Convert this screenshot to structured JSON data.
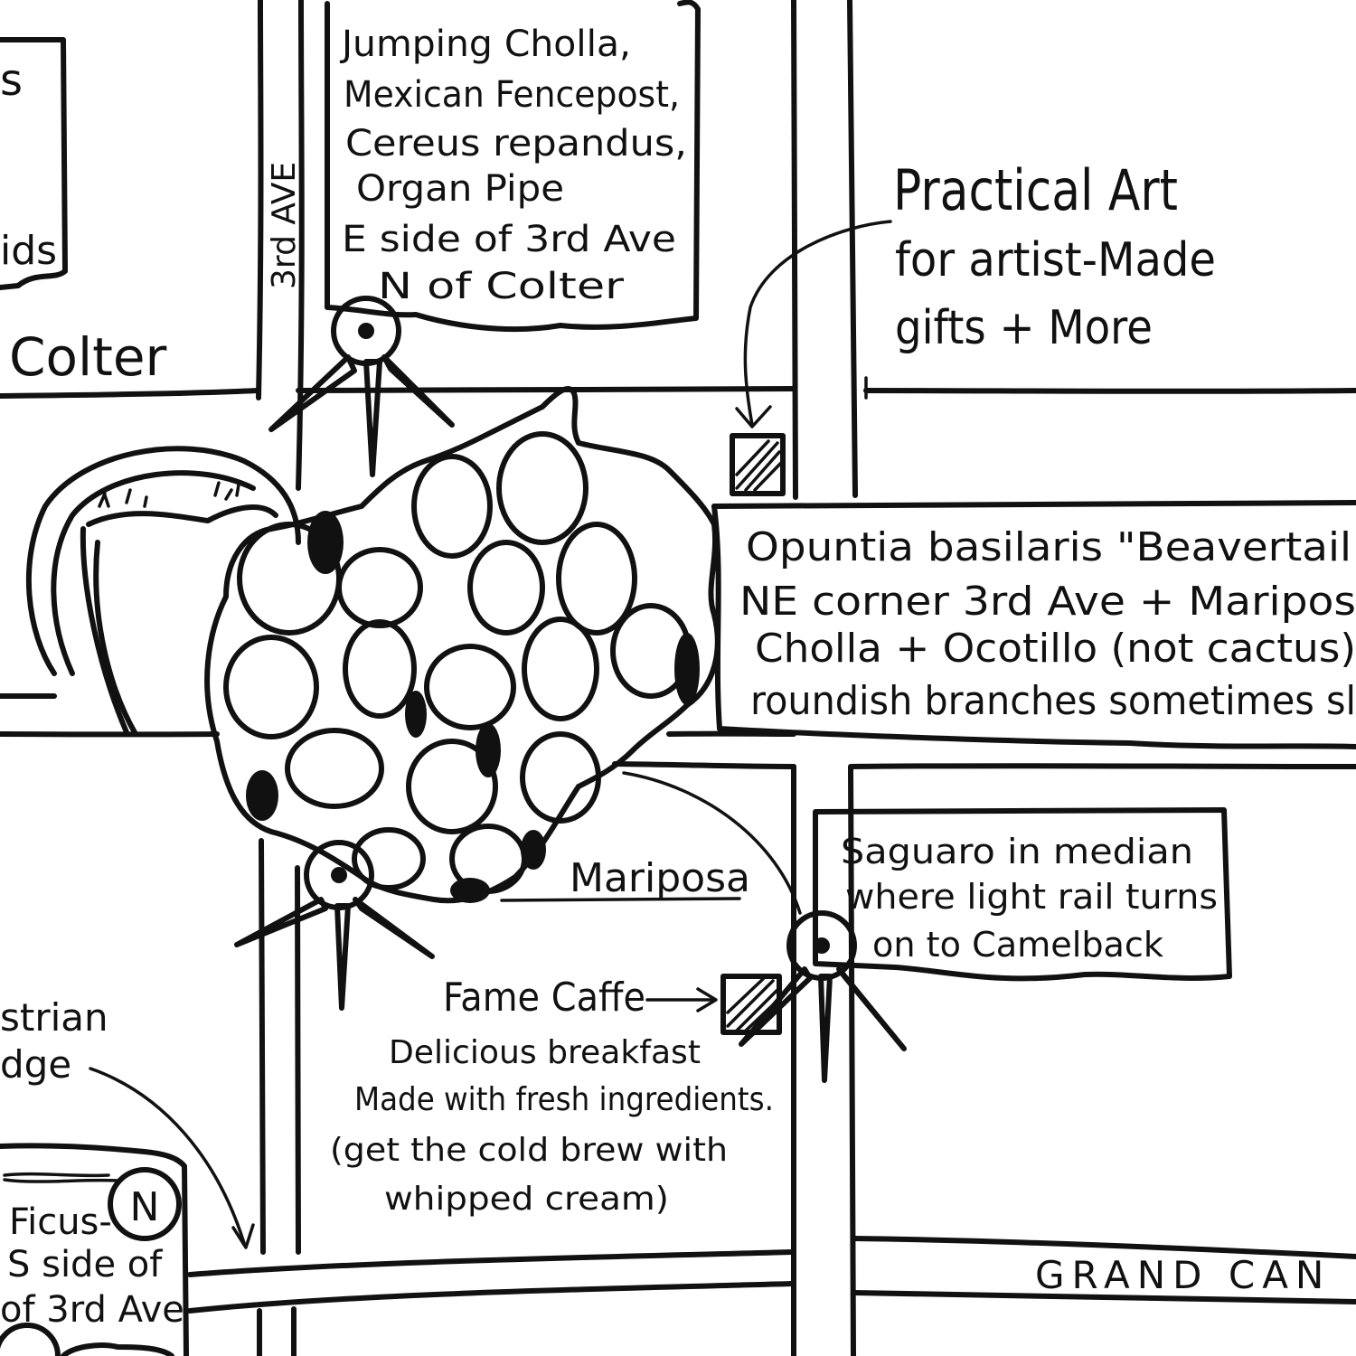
{
  "streets": {
    "colter": "Colter",
    "third_ave": "3rd AVE",
    "mariposa": "Mariposa",
    "grand_canal": "GRAND CAN"
  },
  "notes": {
    "left_box_top": {
      "line1": "s",
      "line2": "ids"
    },
    "cholla_box": {
      "lines": [
        "Jumping Cholla,",
        "Mexican Fencepost,",
        "Cereus repandus,",
        "Organ Pipe",
        "E side of 3rd Ave",
        "N of Colter"
      ]
    },
    "practical_art": {
      "lines": [
        "Practical Art",
        "for artist-Made",
        "gifts + More"
      ]
    },
    "opuntia_box": {
      "lines": [
        "Opuntia basilaris \"Beavertail",
        "NE corner 3rd Ave + Maripos",
        "Cholla + Ocotillo (not cactus)",
        "roundish branches sometimes sl"
      ]
    },
    "saguaro_box": {
      "lines": [
        "Saguaro in median",
        "where light rail turns",
        "on to Camelback"
      ]
    },
    "fame_caffe": {
      "name": "Fame Caffe",
      "lines": [
        "Delicious breakfast",
        "Made with fresh ingredients.",
        "(get the cold brew with",
        "whipped cream)"
      ]
    },
    "pedestrian_bridge": {
      "lines": [
        "strian",
        "dge"
      ]
    },
    "ficus_box": {
      "lines": [
        "Ficus-",
        "S side of",
        "of 3rd Ave"
      ]
    },
    "north_symbol": "N"
  }
}
